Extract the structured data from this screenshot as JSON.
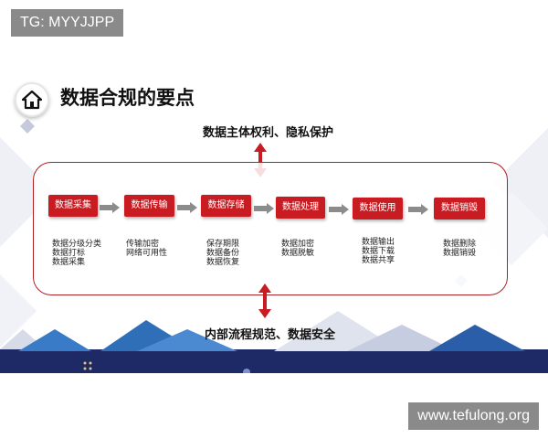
{
  "watermarks": {
    "top": "TG: MYYJJPP",
    "bottom": "www.tefulong.org"
  },
  "slide": {
    "title": "数据合规的要点",
    "top_caption": "数据主体权利、隐私保护",
    "bottom_caption": "内部流程规范、数据安全",
    "stages": [
      {
        "label": "数据采集",
        "details": [
          "数据分级分类",
          "数据打标",
          "数据采集"
        ]
      },
      {
        "label": "数据传输",
        "details": [
          "传输加密",
          "网络可用性"
        ]
      },
      {
        "label": "数据存储",
        "details": [
          "保存期限",
          "数据备份",
          "数据恢复"
        ]
      },
      {
        "label": "数据处理",
        "details": [
          "数据加密",
          "数据脱敏"
        ]
      },
      {
        "label": "数据使用",
        "details": [
          "数据输出",
          "数据下载",
          "数据共享"
        ]
      },
      {
        "label": "数据销毁",
        "details": [
          "数据删除",
          "数据销毁"
        ]
      }
    ]
  },
  "colors": {
    "accent": "#c91c22",
    "frame": "#b01f24",
    "arrow": "#8c8c8c",
    "band": "#1e2a66"
  }
}
